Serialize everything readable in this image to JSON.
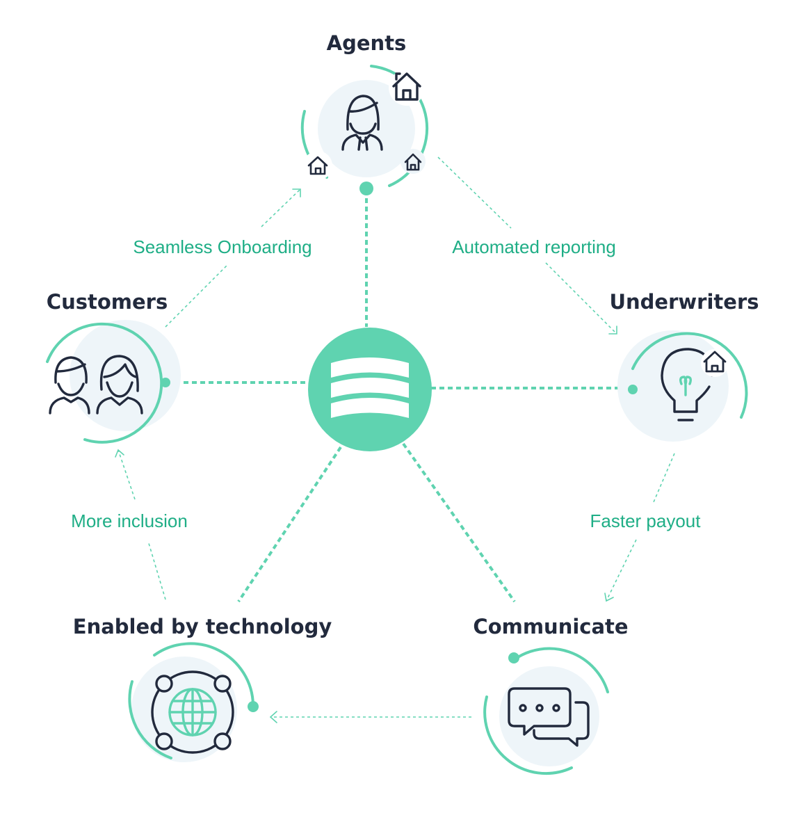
{
  "diagram": {
    "nodes": {
      "agents": {
        "title": "Agents",
        "icon": "businessman-with-houses-icon"
      },
      "customers": {
        "title": "Customers",
        "icon": "couple-people-icon"
      },
      "underwriters": {
        "title": "Underwriters",
        "icon": "lightbulb-house-icon"
      },
      "communicate": {
        "title": "Communicate",
        "icon": "chat-bubbles-icon"
      },
      "technology": {
        "title": "Enabled by technology",
        "icon": "network-globe-icon"
      }
    },
    "hub": {
      "icon": "waves-logo-icon"
    },
    "edges": {
      "customers_to_agents": "Seamless Onboarding",
      "agents_to_underwriters": "Automated reporting",
      "underwriters_to_communicate": "Faster payout",
      "technology_to_customers": "More inclusion"
    },
    "colors": {
      "accent": "#5fd3b0",
      "label_green": "#1fae86",
      "title_dark": "#222a3d",
      "node_background": "#eef5f9"
    }
  }
}
